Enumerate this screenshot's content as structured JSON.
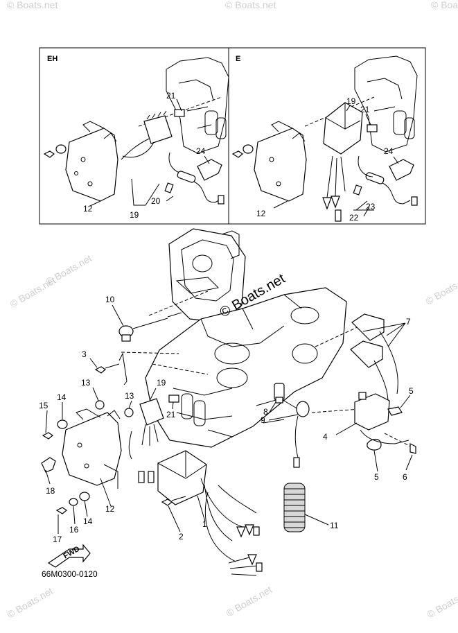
{
  "panels": {
    "left_title": "EH",
    "right_title": "E"
  },
  "callouts": {
    "inset_eh": [
      "21",
      "24",
      "12",
      "20",
      "19"
    ],
    "inset_e": [
      "19",
      "21",
      "24",
      "12",
      "23",
      "22"
    ],
    "main": [
      "10",
      "7",
      "3",
      "13",
      "19",
      "13",
      "15",
      "14",
      "21",
      "8",
      "9",
      "5",
      "4",
      "6",
      "5",
      "18",
      "12",
      "14",
      "16",
      "17",
      "2",
      "1",
      "11"
    ]
  },
  "fwd_label": "FWD",
  "part_code": "66M0300-0120",
  "watermarks": [
    "© Boats.net",
    "© Boats.net",
    "© Boats.net",
    "© Boats.net",
    "© Boats.net",
    "© Boats.net",
    "© Boats.net",
    "© Boats.net",
    "© Boats.net"
  ],
  "main_watermark": "© Boats.net"
}
